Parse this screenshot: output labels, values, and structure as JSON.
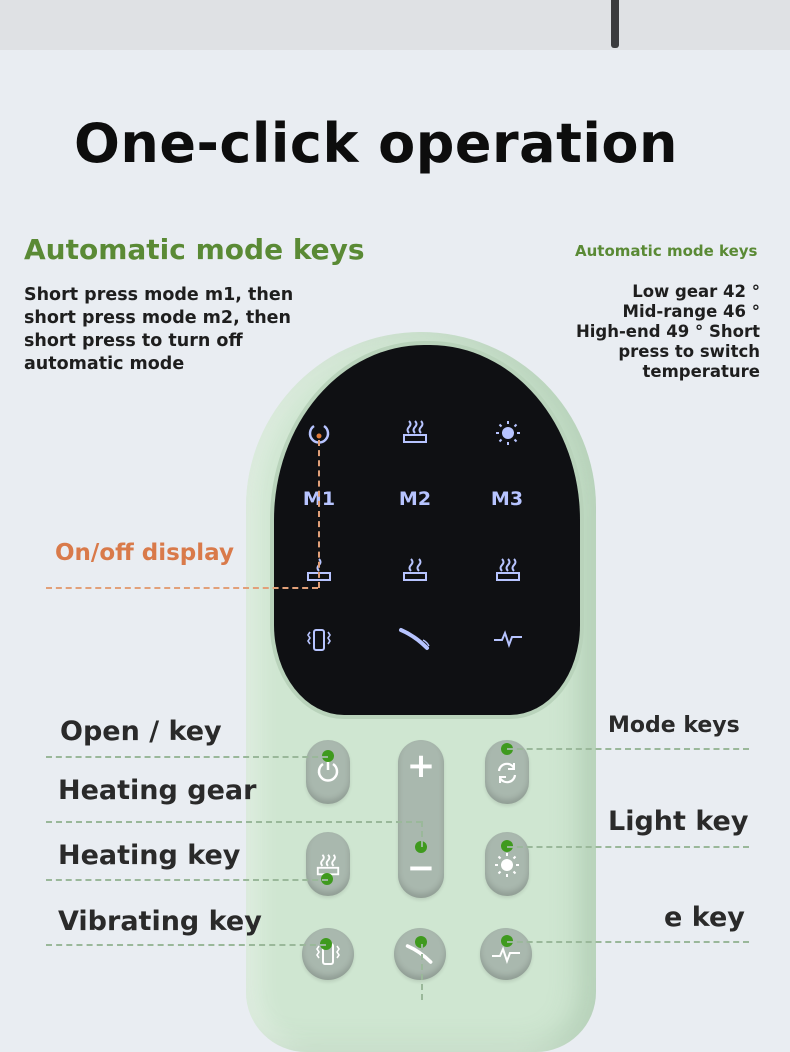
{
  "title": "One-click operation",
  "automatic_left": {
    "heading": "Automatic mode keys",
    "description": "Short press mode m1, then short press mode m2, then short press to turn off automatic mode"
  },
  "automatic_right": {
    "heading": "Automatic mode keys",
    "lines": [
      "Low gear 42 °",
      "Mid-range 46 °",
      "High-end 49 ° Short",
      "press to switch",
      "temperature"
    ]
  },
  "on_off_display": "On/off display",
  "screen": {
    "mode_labels": [
      "M1",
      "M2",
      "M3"
    ]
  },
  "callouts": {
    "open_key": "Open / key",
    "heating_gear": "Heating gear",
    "heating_key": "Heating key",
    "vibrating_key": "Vibrating key",
    "mode_keys": "Mode keys",
    "light_key": "Light key",
    "e_key": "e key"
  },
  "buttons": {
    "plus": "+",
    "minus": "−"
  },
  "colors": {
    "accent_green": "#5a8a35",
    "on_off_orange": "#d97a4a",
    "remote_body": "#cfe6d1",
    "screen_icons": "#b7c4ff"
  },
  "icons": [
    "power-icon",
    "heat-icon",
    "light-icon",
    "vibrate-icon",
    "massage-icon",
    "pulse-icon",
    "cycle-icon"
  ]
}
